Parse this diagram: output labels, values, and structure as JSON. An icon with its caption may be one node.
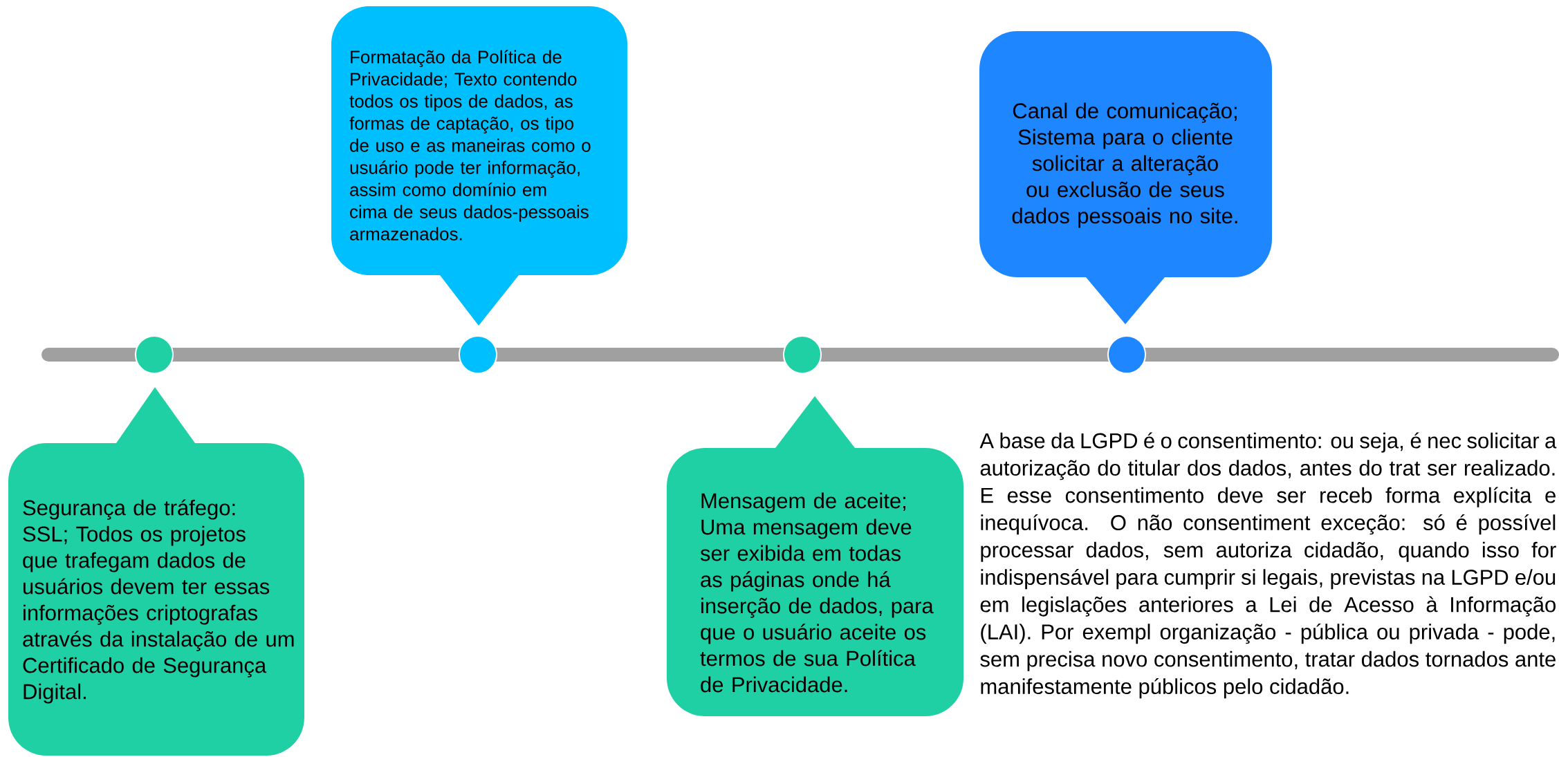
{
  "diagram": {
    "nodes": [
      {
        "text": [
          "Segurança de tráfego: SSL; Todos os projetos que trafegam dados de usuários devem ter essas informações criptografas através da instalação de um Certificado de Segurança Digital."
        ]
      },
      {
        "text": [
          "Formatação da Política de Privacidade; Texto contendo todos os tipos de dados, as formas de captação, os tipo de uso e as maneiras como o usuário pode ter informação, assim como domínio em cima de seus dados-pessoais armazenados."
        ]
      },
      {
        "text": [
          "Mensagem de aceite; Uma mensagem deve ser exibida em todas as páginas onde há inserção de dados, para que o usuário aceite os termos de sua Política de Privacidade."
        ]
      },
      {
        "text": [
          "Canal de comunicação; Sistema para o cliente solicitar a alteração ou exclusão de seus dados pessoais no site."
        ]
      },
      {
        "text": [],
        "shape": "circle"
      },
      {
        "text": [],
        "shape": "circle"
      },
      {
        "text": [],
        "shape": "circle"
      },
      {
        "text": [],
        "shape": "circle"
      }
    ],
    "labels": [
      "A base da LGPD é o consentimento: ou seja, é nec solicitar a autorização do titular dos dados, antes do trat ser realizado. E esse consentimento deve ser receb forma explícita e inequívoca. O não consentiment exceção: só é possível processar dados, sem autoriza cidadão, quando isso for indispensável para cumprir si legais, previstas na LGPD e/ou em legislações anteriores a Lei de Acesso à Informação (LAI). Por exempl organização - pública ou privada - pode, sem precisa novo consentimento, tratar dados tornados ante manifestamente públicos pelo cidadão."
    ]
  }
}
